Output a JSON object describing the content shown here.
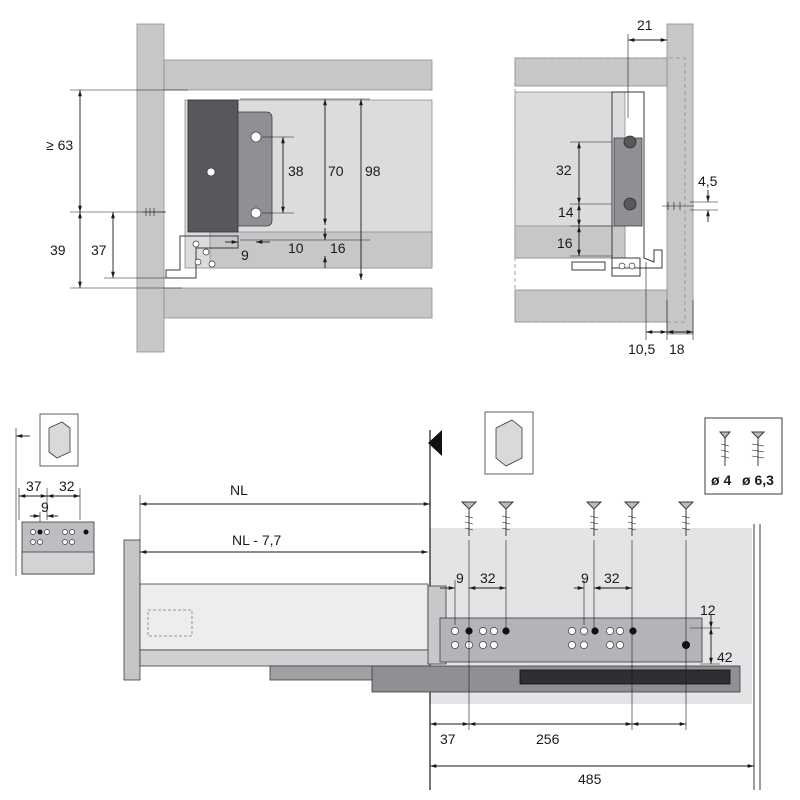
{
  "front_view": {
    "dims": {
      "min_height": "≥ 63",
      "height_39": "39",
      "height_37": "37",
      "spacing_38": "38",
      "height_70": "70",
      "height_98": "98",
      "offset_9": "9",
      "offset_10": "10",
      "offset_16": "16"
    }
  },
  "side_view": {
    "dims": {
      "width_21": "21",
      "height_32": "32",
      "height_14": "14",
      "height_16": "16",
      "screw_4_5": "4,5",
      "offset_10_5": "10,5",
      "thickness_18": "18"
    }
  },
  "runner_view": {
    "dims": {
      "left_37": "37",
      "left_32": "32",
      "left_9": "9",
      "nl": "NL",
      "nl_minus": "NL - 7,7",
      "mid_9a": "9",
      "mid_32a": "32",
      "mid_9b": "9",
      "mid_32b": "32",
      "right_12": "12",
      "right_42": "42",
      "bottom_37": "37",
      "bottom_256": "256",
      "bottom_485": "485"
    },
    "screw_legend": {
      "screw_4": "ø 4",
      "screw_6_3": "ø 6,3"
    }
  }
}
